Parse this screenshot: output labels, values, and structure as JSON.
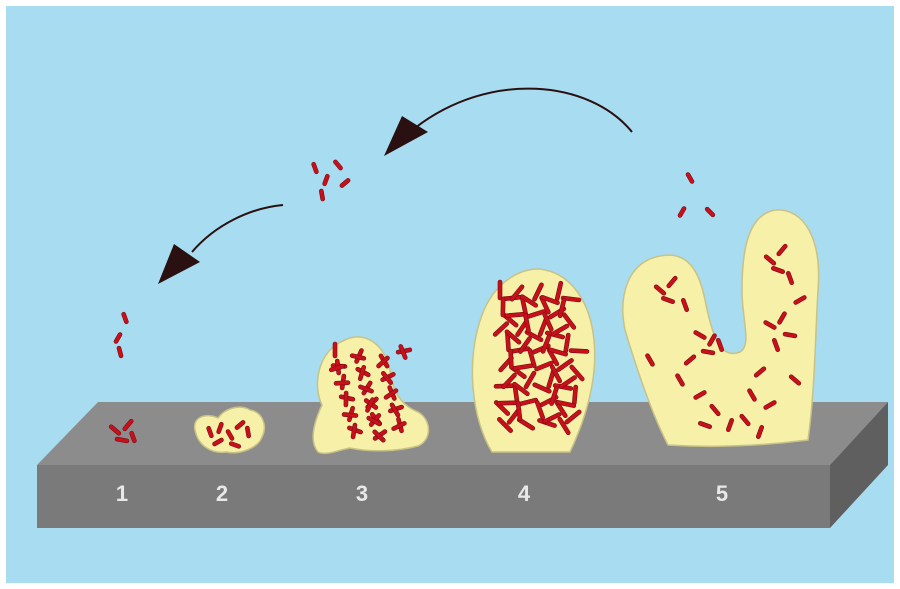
{
  "colors": {
    "background": "#a8dcf0",
    "border": "#ffffff",
    "slab_top": "#8c8c8c",
    "slab_front": "#7a7a7a",
    "slab_side": "#5f5f5f",
    "biofilm_fill": "#f6f0a8",
    "biofilm_edge": "#c9c286",
    "bacteria": "#c8101c",
    "bacteria_dark": "#7a0a10",
    "arrow": "#2a1010",
    "label_text": "#e8e8e8"
  },
  "stages": [
    {
      "label": "1"
    },
    {
      "label": "2"
    },
    {
      "label": "3"
    },
    {
      "label": "4"
    },
    {
      "label": "5"
    }
  ]
}
